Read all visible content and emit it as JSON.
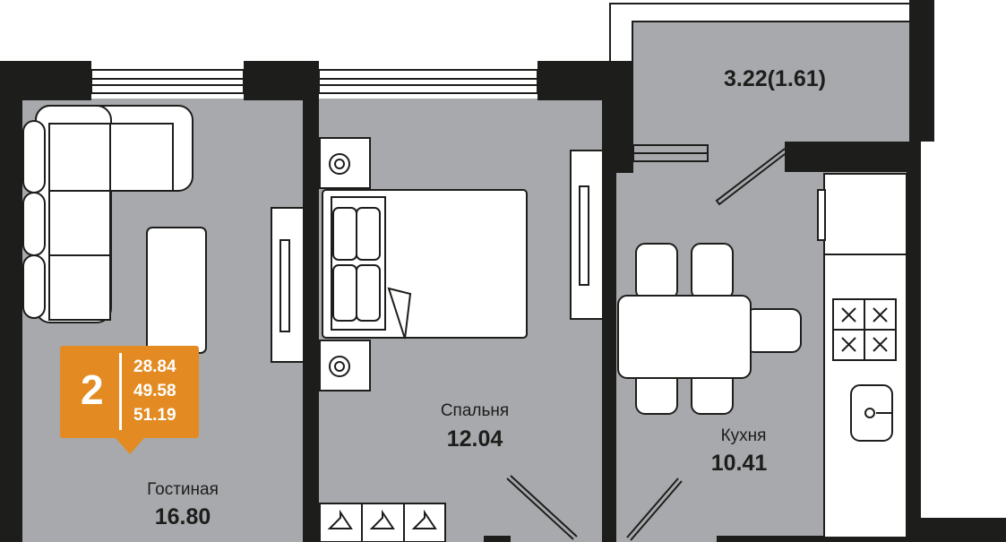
{
  "colors": {
    "floor": "#a7a9ac",
    "wall": "#1d1d1b",
    "accent": "#e38b22"
  },
  "badge": {
    "rooms": "2",
    "areas": [
      "28.84",
      "49.58",
      "51.19"
    ]
  },
  "rooms": {
    "balcony": {
      "area": "3.22(1.61)"
    },
    "bedroom": {
      "name": "Спальня",
      "area": "12.04"
    },
    "kitchen": {
      "name": "Кухня",
      "area": "10.41"
    },
    "living": {
      "name": "Гостиная",
      "area": "16.80"
    }
  }
}
